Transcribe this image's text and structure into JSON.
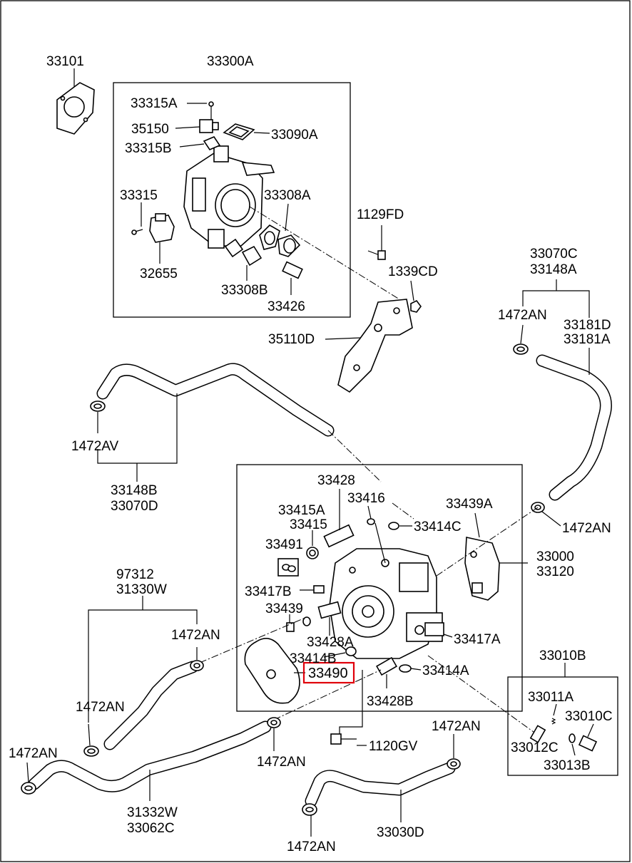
{
  "diagram": {
    "callouts": {
      "c33101": "33101",
      "c33300A": "33300A",
      "c33315A": "33315A",
      "c35150": "35150",
      "c33090A": "33090A",
      "c33315B": "33315B",
      "c33315": "33315",
      "c33308A": "33308A",
      "c32655": "32655",
      "c33308B": "33308B",
      "c33426": "33426",
      "c1129FD": "1129FD",
      "c1339CD": "1339CD",
      "c35110D": "35110D",
      "c33070C": "33070C",
      "c33148A": "33148A",
      "c1472AN_tr": "1472AN",
      "c33181D": "33181D",
      "c33181A": "33181A",
      "c1472AV": "1472AV",
      "c33148B": "33148B",
      "c33070D": "33070D",
      "c33428_top": "33428",
      "c33416": "33416",
      "c33415A": "33415A",
      "c33415": "33415",
      "c33414C": "33414C",
      "c33439A": "33439A",
      "c1472AN_r": "1472AN",
      "c33491": "33491",
      "c33000": "33000",
      "c33120": "33120",
      "c97312": "97312",
      "c31330W": "31330W",
      "c33417B": "33417B",
      "c33439": "33439",
      "c1472AN_ml": "1472AN",
      "c33428A": "33428A",
      "c33417A": "33417A",
      "c33414B": "33414B",
      "c33490": "33490",
      "c33414A": "33414A",
      "c33010B": "33010B",
      "c33428B": "33428B",
      "c33011A": "33011A",
      "c33010C": "33010C",
      "c1472AN_l": "1472AN",
      "c1472AN_bl": "1472AN",
      "c1472AN_bm": "1472AN",
      "c1120GV": "1120GV",
      "c1472AN_br": "1472AN",
      "c33012C": "33012C",
      "c33013B": "33013B",
      "c31332W": "31332W",
      "c33062C": "33062C",
      "c33030D": "33030D",
      "c1472AN_b": "1472AN"
    },
    "highlight_color": "#e0000a",
    "highlighted_part": "33490"
  }
}
